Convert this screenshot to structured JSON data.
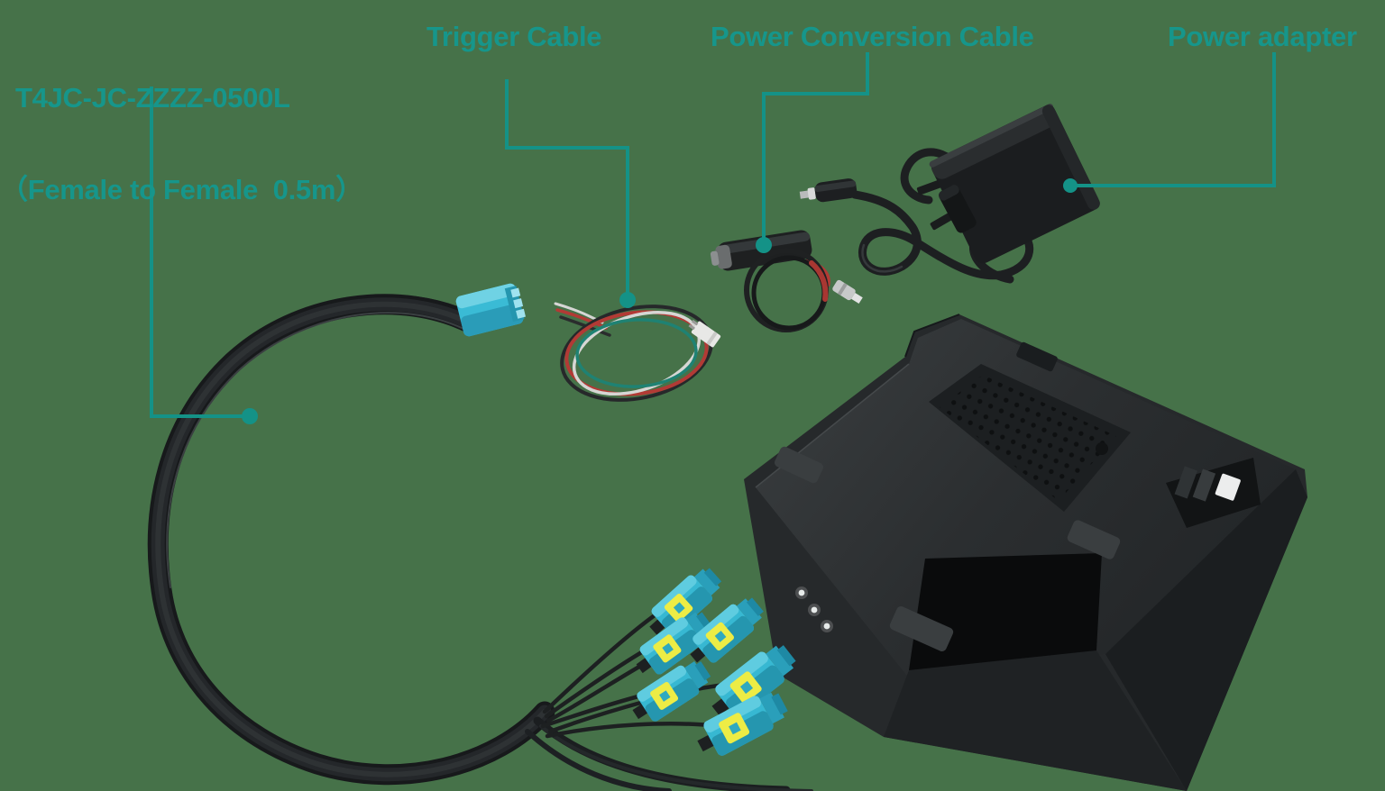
{
  "scene": {
    "description_visible_items": 4
  },
  "colors": {
    "bg": "#467249",
    "accent": "#16968B",
    "line": "#149287",
    "connector_cyan": "#37B8D2",
    "connector_yellow": "#EDEC45",
    "device_black": "#26292B"
  },
  "labels": {
    "harness": {
      "line1": "T4JC-JC-ZZZZ-0500L",
      "line2": "（Female to Female  0.5m）"
    },
    "trigger_cable": {
      "text": "Trigger Cable"
    },
    "power_conversion_cable": {
      "text": "Power Conversion Cable"
    },
    "power_adapter": {
      "text": "Power adapter"
    }
  }
}
